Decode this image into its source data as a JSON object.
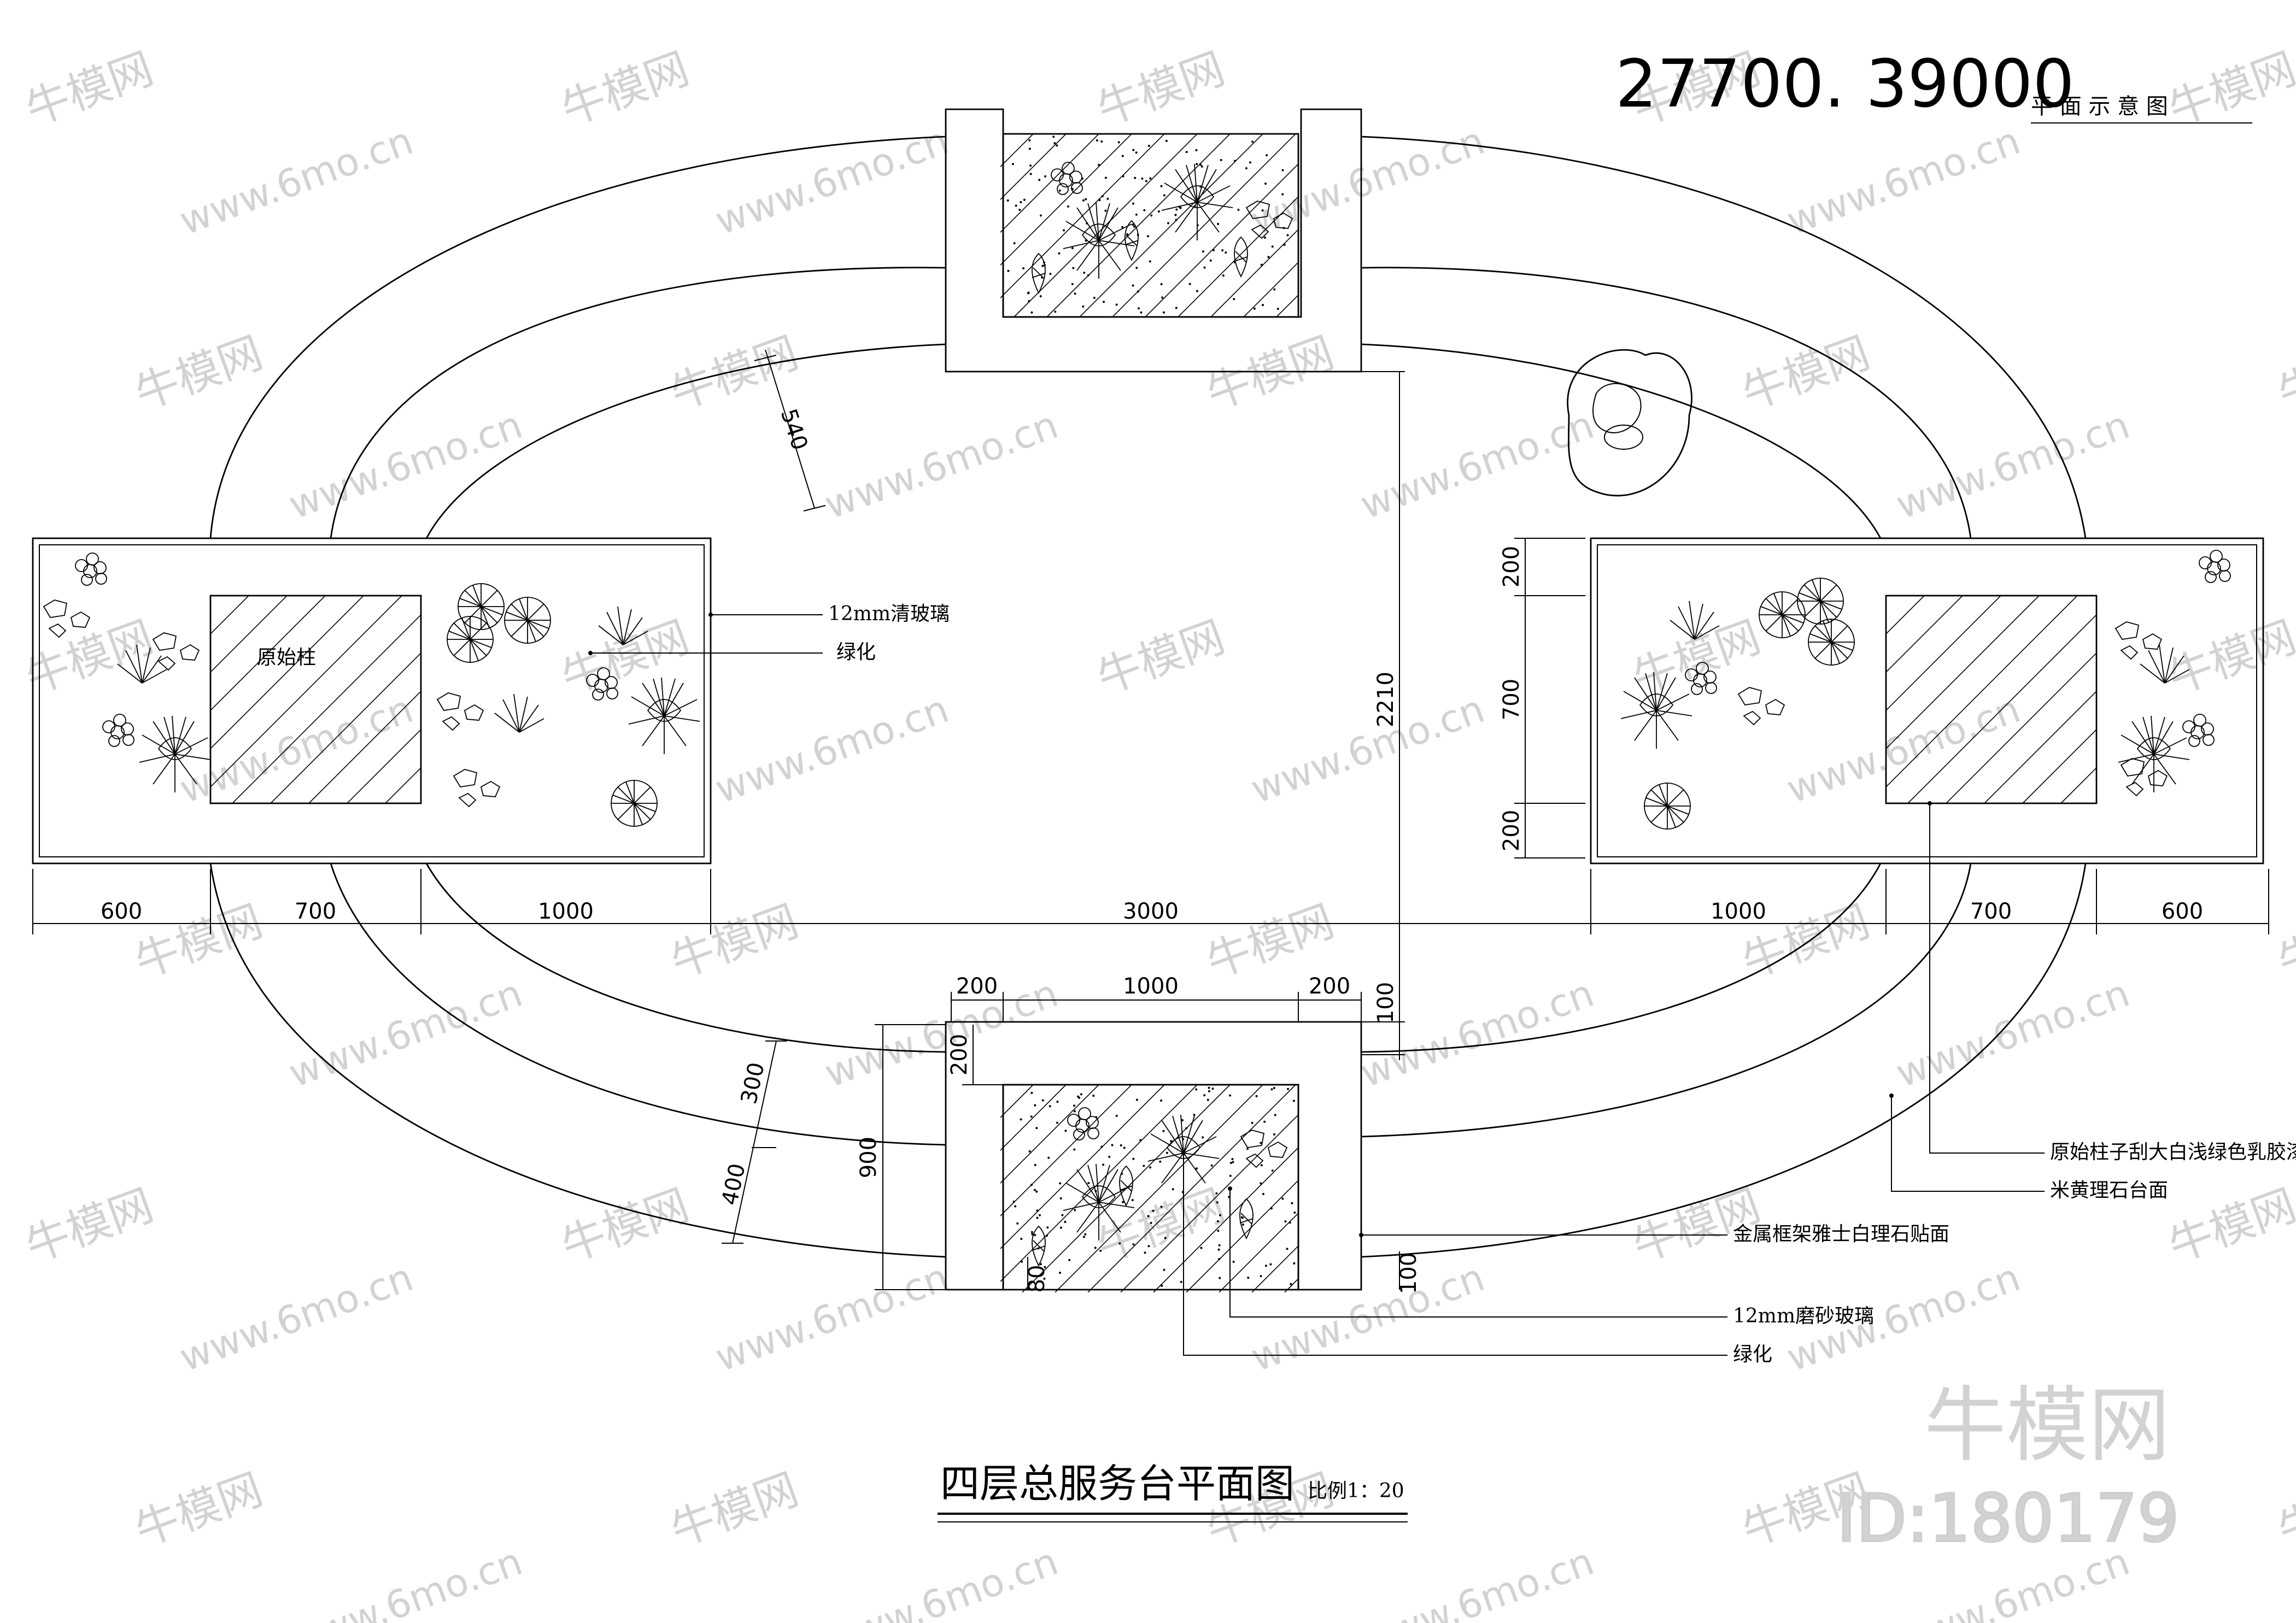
{
  "header": {
    "code": "27700. 39000",
    "label": "平 面 示 意 图"
  },
  "title": {
    "main": "四层总服务台平面图",
    "scale": "比例1：20"
  },
  "labels": {
    "pillar": "原始柱",
    "clear_glass": "12mm清玻璃",
    "greenery_top": "绿化",
    "pillar_paint": "原始柱子刮大白浅绿色乳胶漆",
    "beige_marble": "米黄理石台面",
    "metal_frame": "金属框架雅士白理石贴面",
    "frosted_glass": "12mm磨砂玻璃",
    "greenery_bottom": "绿化"
  },
  "dimensions": {
    "bottom_left": [
      "600",
      "700",
      "1000"
    ],
    "bottom_center": "3000",
    "bottom_right": [
      "1000",
      "700",
      "600"
    ],
    "right_box": [
      "200",
      "700",
      "200"
    ],
    "center_vertical": "2210",
    "top_ring": "540",
    "bottom_box_top": [
      "200",
      "1000",
      "200"
    ],
    "bottom_box_side": [
      "200",
      "900"
    ],
    "bottom_box_gap_top": "100",
    "bottom_box_gap_bottom": "100",
    "bottom_box_bottom": "80",
    "ring_lower": [
      "300",
      "400"
    ]
  },
  "watermark": {
    "brand": "牛模网",
    "site": "www.6mo.cn",
    "id": "ID:180179"
  }
}
